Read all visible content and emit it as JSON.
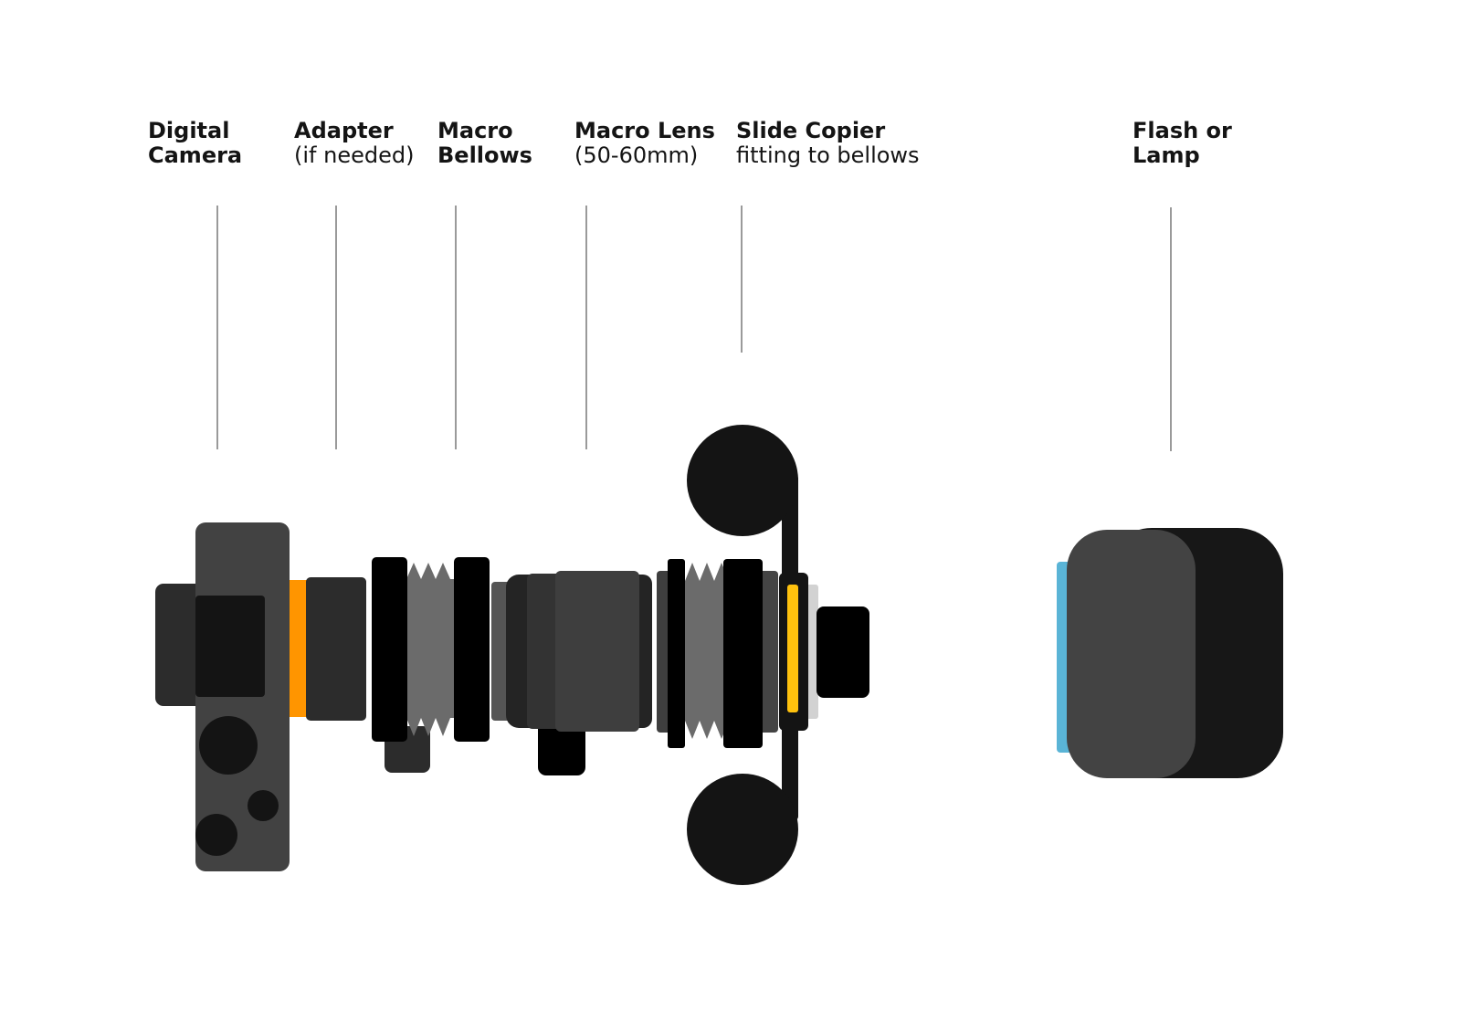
{
  "labels": [
    {
      "id": "camera",
      "title": "Digital",
      "sub": "Camera",
      "sub_bold": true
    },
    {
      "id": "adapter",
      "title": "Adapter",
      "sub": "(if needed)",
      "sub_bold": false
    },
    {
      "id": "bellows",
      "title": "Macro",
      "sub": "Bellows",
      "sub_bold": true
    },
    {
      "id": "lens",
      "title": "Macro Lens",
      "sub": "(50-60mm)",
      "sub_bold": false
    },
    {
      "id": "slide-copier",
      "title": "Slide Copier",
      "sub": "fitting to bellows",
      "sub_bold": false
    },
    {
      "id": "flash",
      "title": "Flash or",
      "sub": "Lamp",
      "sub_bold": true
    }
  ],
  "colors": {
    "camera_body": "#424242",
    "camera_dark": "#141414",
    "adapter_accent": "#ff9500",
    "bellows_pleat": "#6b6b6b",
    "slide_accent": "#ffc20e",
    "flash_face": "#5ab4d6",
    "flash_front": "#434343",
    "flash_back": "#171717",
    "leader_line": "#9a9a9a"
  }
}
